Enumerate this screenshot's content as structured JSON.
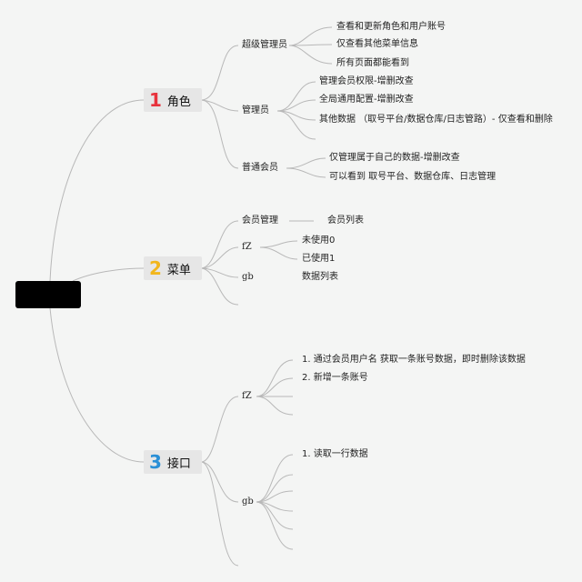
{
  "colors": {
    "background": "#f4f5f4",
    "line": "#b8b8b8",
    "root": "#000000",
    "section_bg": "#e6e6e6",
    "num1": "#e8323c",
    "num2": "#f2b61c",
    "num3": "#2a8fd6"
  },
  "sections": [
    {
      "num": "1",
      "label": "角色",
      "children": [
        {
          "label": "超级管理员",
          "items": [
            "查看和更新角色和用户账号",
            "仅查看其他菜单信息",
            "所有页面都能看到"
          ]
        },
        {
          "label": "管理员",
          "items": [
            "管理会员权限-增删改查",
            "全局通用配置-增删改查",
            "其他数据 （取号平台/数据仓库/日志管路）- 仅查看和删除"
          ]
        },
        {
          "label": "普通会员",
          "items": [
            "仅管理属于自己的数据-增删改查",
            "可以看到 取号平台、数据仓库、日志管理"
          ]
        }
      ]
    },
    {
      "num": "2",
      "label": "菜单",
      "children": [
        {
          "label": "会员管理",
          "items": [
            "会员列表"
          ]
        },
        {
          "label": "fZ",
          "items": [
            "未使用0",
            "已使用1"
          ]
        },
        {
          "label": "gb",
          "items": [
            "数据列表"
          ]
        }
      ]
    },
    {
      "num": "3",
      "label": "接口",
      "children": [
        {
          "label": "fZ",
          "items": [
            "1. 通过会员用户名 获取一条账号数据，即时删除该数据",
            "2. 新增一条账号"
          ]
        },
        {
          "label": "gb",
          "items": [
            "1. 读取一行数据"
          ]
        }
      ]
    }
  ]
}
